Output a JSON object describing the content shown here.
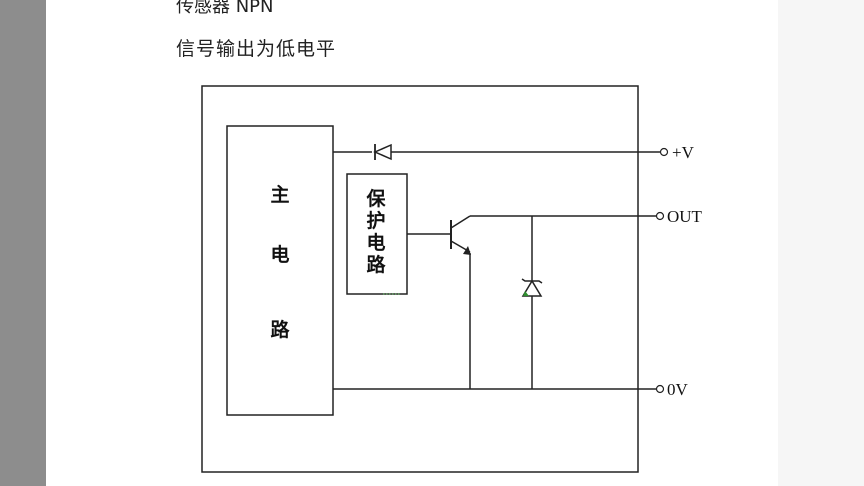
{
  "heading": {
    "line1": "传感器 NPN",
    "line2": "信号输出为低电平"
  },
  "diagram": {
    "main_circuit_chars": [
      "主",
      "电",
      "路"
    ],
    "protection_circuit_chars": [
      "保",
      "护",
      "电",
      "路"
    ],
    "terminals": {
      "plus_v": "+V",
      "out": "OUT",
      "zero_v": "0V"
    }
  },
  "colors": {
    "line": "#222222",
    "sidebar": "#8d8d8d",
    "zener_accent": "#2f8f2f"
  }
}
